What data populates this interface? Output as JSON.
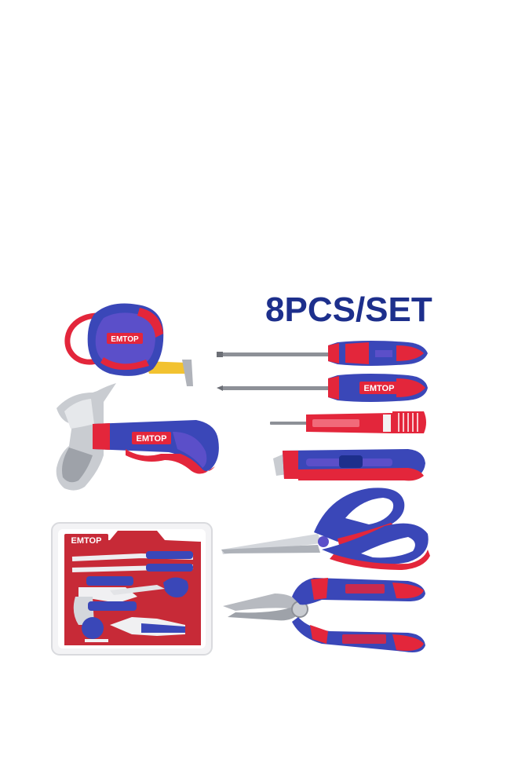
{
  "headline": "8PCS/SET",
  "brand": "EMTOP",
  "colors": {
    "navy": "#1d2f8c",
    "blue": "#3a47b8",
    "purple": "#5b4fc9",
    "red": "#e3263b",
    "steel": "#c9ccd1",
    "case": "#f3f3f5"
  },
  "items": [
    {
      "name": "tape-measure",
      "icon": "tape-measure-icon"
    },
    {
      "name": "claw-hammer",
      "icon": "hammer-icon"
    },
    {
      "name": "slotted-screwdriver",
      "icon": "screwdriver-icon"
    },
    {
      "name": "phillips-screwdriver",
      "icon": "screwdriver-icon"
    },
    {
      "name": "voltage-tester",
      "icon": "test-pen-icon"
    },
    {
      "name": "utility-knife",
      "icon": "knife-icon"
    },
    {
      "name": "scissors",
      "icon": "scissors-icon"
    },
    {
      "name": "combination-pliers",
      "icon": "pliers-icon"
    },
    {
      "name": "blow-mold-case",
      "icon": "case-icon"
    }
  ]
}
